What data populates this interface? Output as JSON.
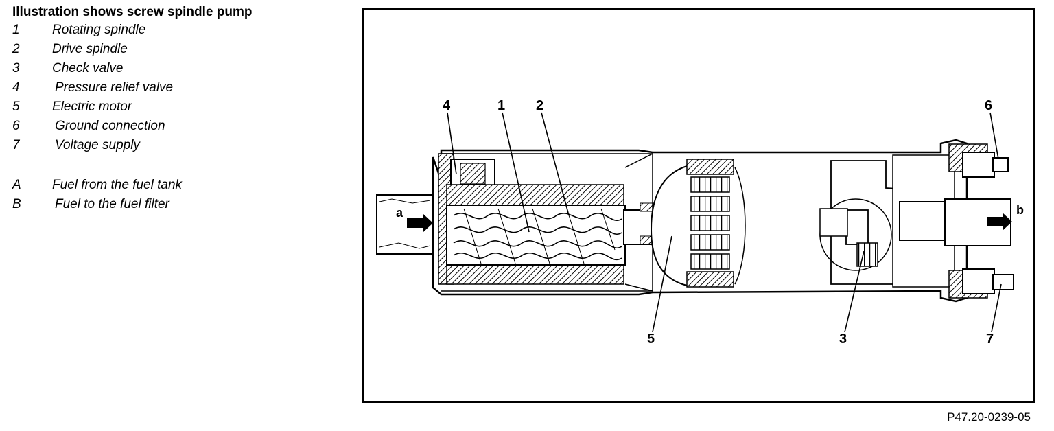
{
  "legend": {
    "title": "Illustration shows screw spindle pump",
    "items": [
      {
        "key": "1",
        "label": "Rotating spindle"
      },
      {
        "key": "2",
        "label": "Drive spindle"
      },
      {
        "key": "3",
        "label": "Check valve"
      },
      {
        "key": "4",
        "label": "Pressure relief valve"
      },
      {
        "key": "5",
        "label": "Electric motor"
      },
      {
        "key": "6",
        "label": "Ground connection"
      },
      {
        "key": "7",
        "label": "Voltage supply"
      }
    ],
    "flow_items": [
      {
        "key": "A",
        "label": "Fuel from the fuel tank"
      },
      {
        "key": "B",
        "label": "Fuel to the fuel filter"
      }
    ]
  },
  "diagram": {
    "callouts": {
      "c1": "1",
      "c2": "2",
      "c3": "3",
      "c4": "4",
      "c5": "5",
      "c6": "6",
      "c7": "7"
    },
    "flow_in": "a",
    "flow_out": "b"
  },
  "figure_code": "P47.20-0239-05"
}
